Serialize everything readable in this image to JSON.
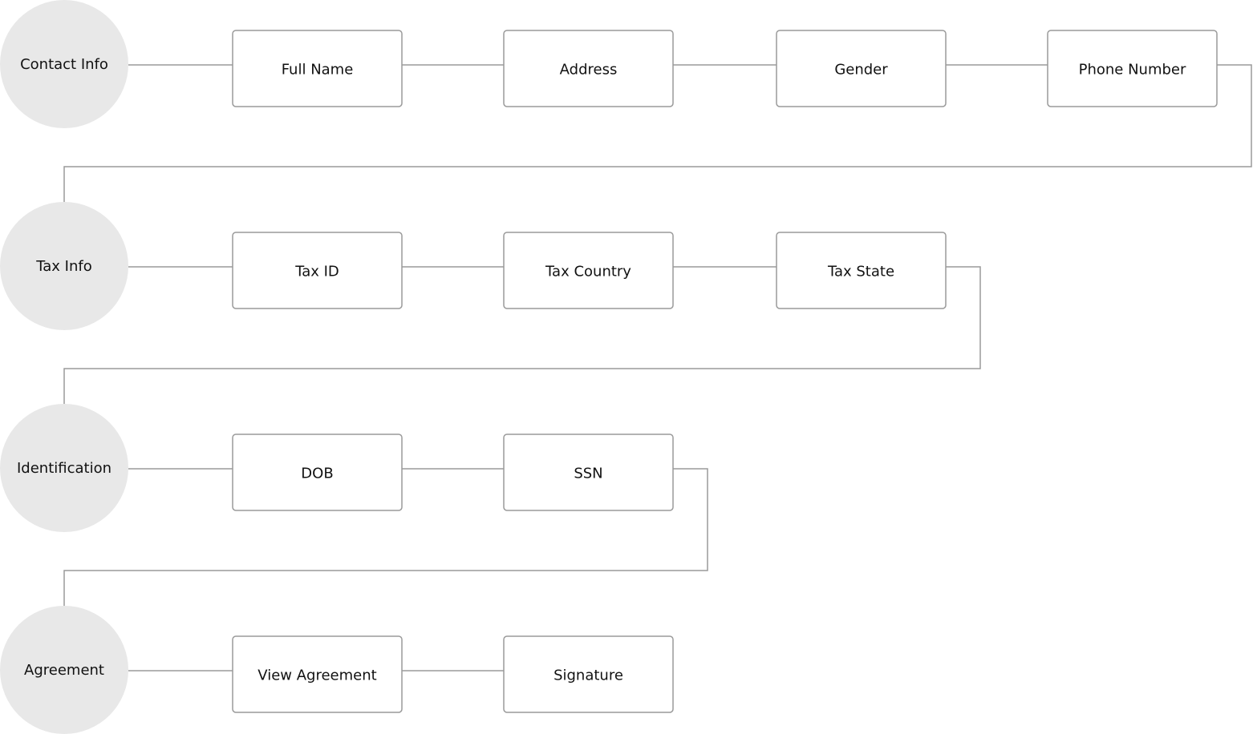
{
  "colors": {
    "section_fill": "#e8e8e8",
    "box_border": "#9a9a9a",
    "connector": "#9a9a9a",
    "text": "#111111"
  },
  "flow": {
    "sections": [
      {
        "label": "Contact Info",
        "steps": [
          "Full Name",
          "Address",
          "Gender",
          "Phone Number"
        ]
      },
      {
        "label": "Tax Info",
        "steps": [
          "Tax ID",
          "Tax Country",
          "Tax State"
        ]
      },
      {
        "label": "Identification",
        "steps": [
          "DOB",
          "SSN"
        ]
      },
      {
        "label": "Agreement",
        "steps": [
          "View Agreement",
          "Signature"
        ]
      }
    ]
  }
}
